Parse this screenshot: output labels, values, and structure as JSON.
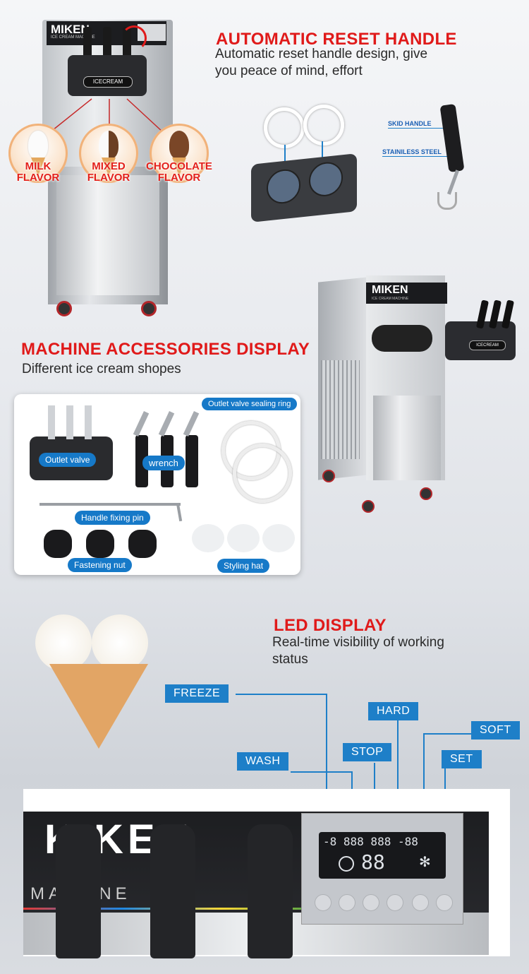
{
  "section_reset": {
    "title": "AUTOMATIC RESET HANDLE",
    "desc_line1": "Automatic reset handle design, give",
    "desc_line2": "you peace of mind, effort",
    "tag_skid": "SKID HANDLE",
    "tag_steel": "STAINILESS STEEL"
  },
  "machine_top": {
    "brand": "MIKEN",
    "subtitle": "ICE CREAM MACHINE",
    "logo": "ICECREAM"
  },
  "flavors": [
    {
      "line1": "MILK",
      "line2": "FLAVOR"
    },
    {
      "line1": "MIXED",
      "line2": "FLAVOR"
    },
    {
      "line1": "CHOCOLATE",
      "line2": "FLAVOR"
    }
  ],
  "section_accessories": {
    "title": "MACHINE ACCESSORIES DISPLAY",
    "desc": "Different ice cream shopes",
    "items": {
      "outlet_valve": "Outlet valve",
      "wrench": "wrench",
      "sealing_ring": "Outlet valve sealing ring",
      "fixing_pin": "Handle fixing pin",
      "fastening_nut": "Fastening nut",
      "styling_hat": "Styling hat"
    }
  },
  "machine_side": {
    "brand": "MIKEN",
    "subtitle": "ICE CREAM MACHINE",
    "logo": "ICECREAM"
  },
  "section_led": {
    "title": "LED DISPLAY",
    "desc_line1": "Real-time visibility of working",
    "desc_line2": "status",
    "labels": {
      "freeze": "FREEZE",
      "hard": "HARD",
      "soft": "SOFT",
      "stop": "STOP",
      "set": "SET",
      "wash": "WASH"
    }
  },
  "panel": {
    "brand_partial": "KIKEN",
    "machine_partial": "MA   INE",
    "led_row1": "-8 888 888 -88",
    "led_row2": "88"
  },
  "colors": {
    "accent_red": "#e01a1a",
    "accent_blue": "#1e7fc8"
  }
}
